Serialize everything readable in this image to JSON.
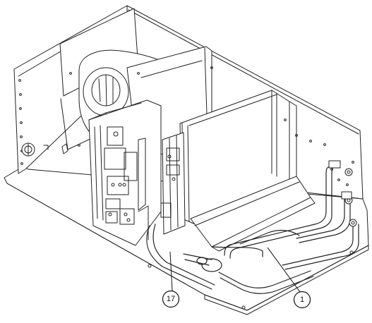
{
  "callouts": [
    {
      "id": "callout-17",
      "label": "17"
    },
    {
      "id": "callout-1",
      "label": "1"
    }
  ]
}
